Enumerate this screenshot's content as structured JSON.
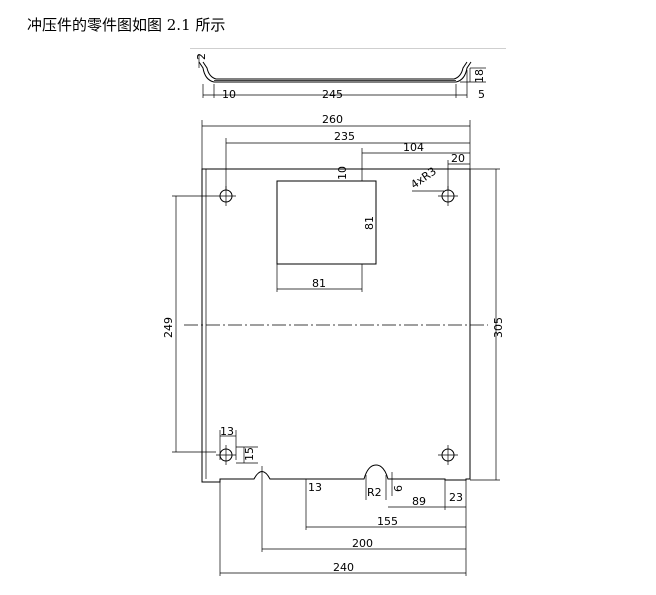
{
  "caption": "冲压件的零件图如图 2.1 所示",
  "side_view": {
    "labels": {
      "thickness": "2",
      "flange_len": "10",
      "inner_len": "245",
      "height": "18",
      "edge": "5"
    }
  },
  "plan_view": {
    "labels": {
      "overall_width": "260",
      "hole_span": "235",
      "window_offset": "104",
      "hole_inset": "20",
      "hole_spec": "4xR3",
      "window_top": "10",
      "window_height": "81",
      "window_width": "81",
      "left_span": "249",
      "overall_height": "305",
      "slot_w": "13",
      "slot_h": "15",
      "notch": "13",
      "slot_r": "R2",
      "slot_depth": "6",
      "notch_dist": "89",
      "corner": "23",
      "d155": "155",
      "d200": "200",
      "d240": "240"
    }
  }
}
